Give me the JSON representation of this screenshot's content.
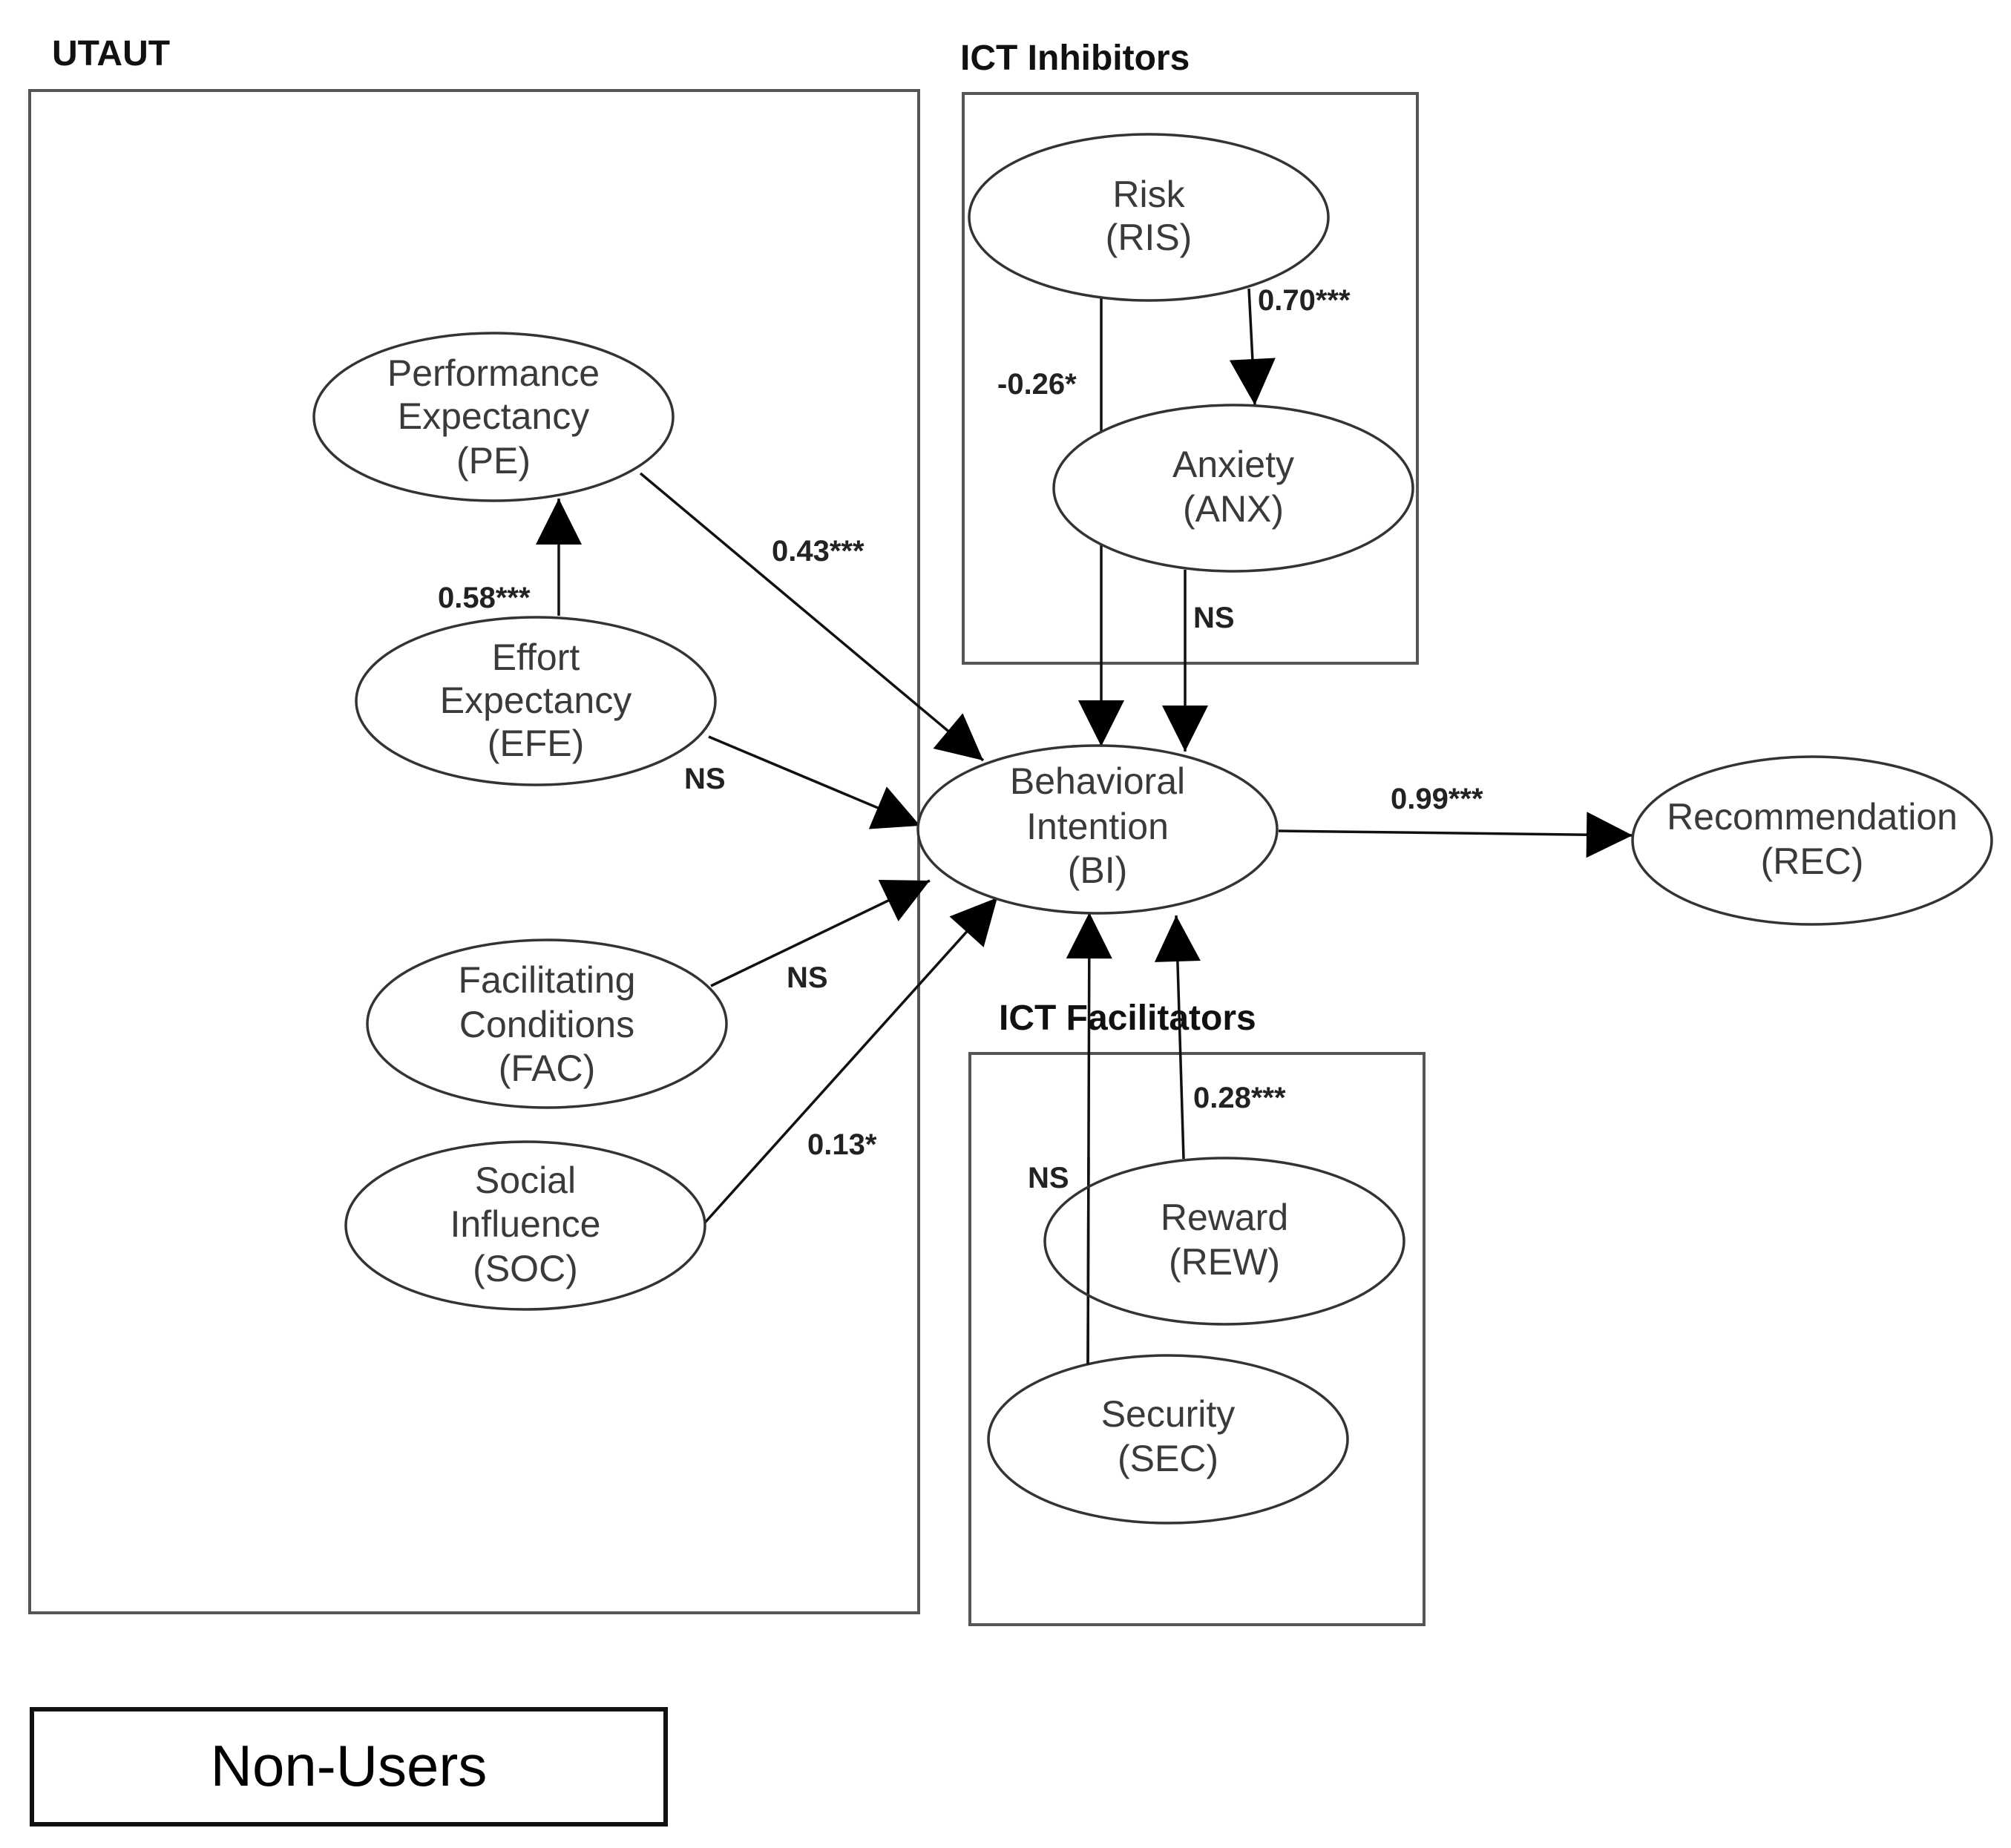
{
  "groups": {
    "utaut": "UTAUT",
    "inhibitors": "ICT Inhibitors",
    "facilitators": "ICT Facilitators"
  },
  "nodes": {
    "pe": [
      "Performance",
      "Expectancy",
      "(PE)"
    ],
    "efe": [
      "Effort",
      "Expectancy",
      "(EFE)"
    ],
    "fac": [
      "Facilitating",
      "Conditions",
      "(FAC)"
    ],
    "soc": [
      "Social",
      "Influence",
      "(SOC)"
    ],
    "ris": [
      "Risk",
      "(RIS)"
    ],
    "anx": [
      "Anxiety",
      "(ANX)"
    ],
    "bi": [
      "Behavioral",
      "Intention",
      "(BI)"
    ],
    "rec": [
      "Recommendation",
      "(REC)"
    ],
    "rew": [
      "Reward",
      "(REW)"
    ],
    "sec": [
      "Security",
      "(SEC)"
    ]
  },
  "edges": {
    "efe_pe": "0.58***",
    "pe_bi": "0.43***",
    "efe_bi": "NS",
    "fac_bi": "NS",
    "soc_bi": "0.13*",
    "ris_anx": "0.70***",
    "ris_bi": "-0.26*",
    "anx_bi": "NS",
    "bi_rec": "0.99***",
    "rew_bi": "0.28***",
    "sec_bi": "NS"
  },
  "legend": {
    "label": "Non-Users"
  }
}
